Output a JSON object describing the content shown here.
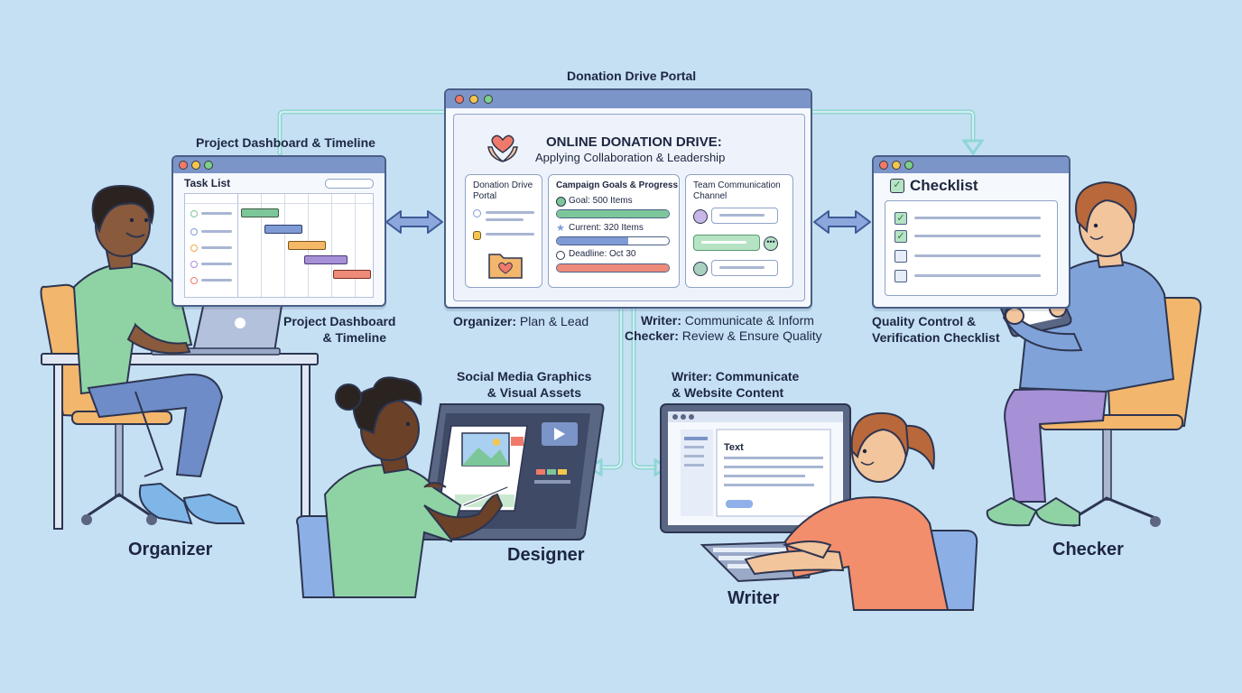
{
  "portal": {
    "caption": "Donation Drive Portal",
    "headline": "ONLINE DONATION DRIVE:",
    "subtitle": "Applying Collaboration & Leadership",
    "card_portal": "Donation Drive Portal",
    "card_goals_title": "Campaign Goals & Progress",
    "goal": "Goal: 500 Items",
    "current": "Current: 320 Items",
    "deadline": "Deadline: Oct 30",
    "card_comm_title": "Team Communication Channel"
  },
  "progress": {
    "goal": 1.0,
    "current": 0.64,
    "deadline": 1.0
  },
  "dashboard": {
    "caption": "Project Dashboard & Timeline",
    "task_list": "Task List",
    "below_caption_1": "Project Dashboard",
    "below_caption_2": "& Timeline"
  },
  "checklist": {
    "title": "Checklist",
    "caption_1": "Quality Control &",
    "caption_2": "Verification Checklist",
    "items_checked": [
      true,
      true,
      false,
      false
    ]
  },
  "roles_text": {
    "organizer_bold": "Organizer:",
    "organizer_rest": " Plan & Lead",
    "writer_bold": "Writer:",
    "writer_rest": " Communicate & Inform",
    "checker_bold": "Checker:",
    "checker_rest": " Review & Ensure Quality"
  },
  "designer_caption_1": "Social Media Graphics",
  "designer_caption_2": "& Visual Assets",
  "writer_caption_1": "Writer: Communicate",
  "writer_caption_2": "& Website Content",
  "writer_editor_text": "Text",
  "names": {
    "organizer": "Organizer",
    "designer": "Designer",
    "writer": "Writer",
    "checker": "Checker"
  },
  "colors": {
    "background": "#c5e0f3",
    "window_bar": "#7c95c9",
    "connector": "#8fd6d6",
    "arrow": "#5b78b8",
    "progress_green": "#7cc79a",
    "progress_blue": "#7f9bd6",
    "progress_red": "#ee8a7a"
  }
}
